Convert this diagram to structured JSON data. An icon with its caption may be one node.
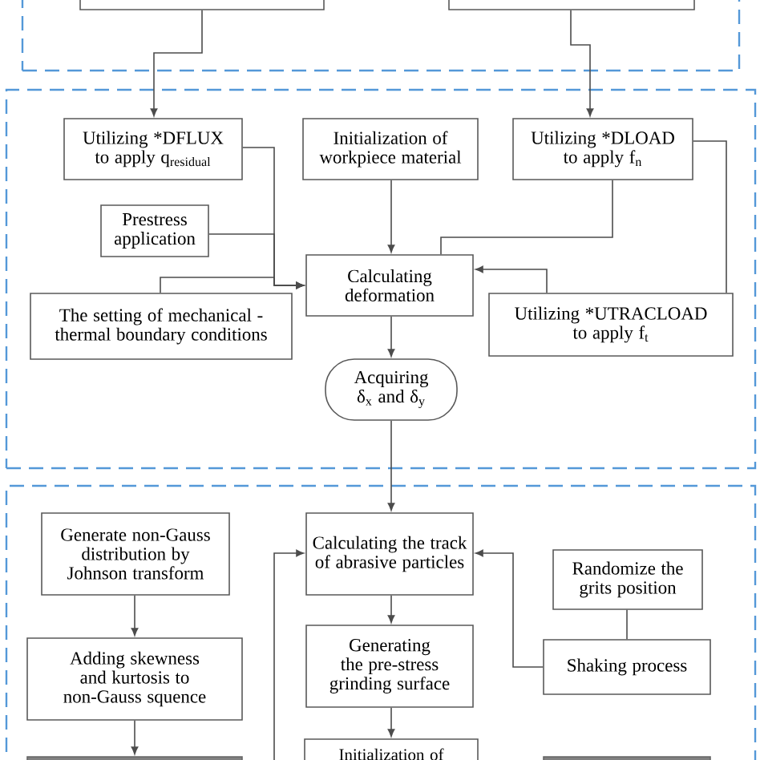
{
  "diagram": {
    "nodes": [
      {
        "text": [],
        "shape": "box"
      },
      {
        "text": [],
        "shape": "box",
        "in": 0
      },
      {
        "text": [],
        "shape": "box",
        "in": 0
      },
      {
        "text": [],
        "shape": "box"
      },
      {
        "text": [
          "Utilizing *DFLUX to apply q$_{residual}$"
        ],
        "in": 3
      },
      {
        "text": [
          "Initialization of workpiece material"
        ],
        "in": 3
      },
      {
        "text": [
          "Utilizing *DLOAD to apply f$_{n}$"
        ],
        "in": 3
      },
      {
        "text": [
          "Prestress application"
        ],
        "in": 3
      },
      {
        "text": [
          "Calculating deformation"
        ],
        "in": 3
      },
      {
        "text": [
          "The setting of mechanical - thermal boundary conditions"
        ],
        "in": 3
      },
      {
        "text": [
          "Utilizing *UTRACLOAD to apply f$_{t}$"
        ],
        "in": 3
      },
      {
        "text": [
          "Acquiring δ$_{x}$ and δ$_{y}$"
        ],
        "in": 3
      },
      {
        "text": [],
        "shape": "box"
      },
      {
        "text": [
          "Generate non-Gauss distribution by Johnson transform"
        ],
        "in": 12
      },
      {
        "text": [
          "Calculating the track of abrasive particles"
        ],
        "in": 12
      },
      {
        "text": [
          "Randomize the grits position"
        ],
        "in": 12
      },
      {
        "text": [
          "Adding skewness and kurtosis to non-Gauss squence"
        ],
        "in": 12
      },
      {
        "text": [
          "Generating the pre-stress grinding surface"
        ],
        "in": 12
      },
      {
        "text": [
          "Shaking process"
        ],
        "in": 12
      },
      {
        "text": [],
        "shape": "box",
        "in": 12
      },
      {
        "text": [
          "Initialization of"
        ],
        "in": 12
      },
      {
        "text": [],
        "shape": "box",
        "in": 12
      }
    ],
    "edges": [
      {
        "from": 1,
        "to": 4,
        "arrow": "to"
      },
      {
        "from": 2,
        "to": 6,
        "arrow": "to"
      },
      {
        "from": 4,
        "to": 8,
        "arrow": "to"
      },
      {
        "from": 7,
        "to": 8,
        "arrow": "to"
      },
      {
        "from": 9,
        "to": 8,
        "arrow": "to"
      },
      {
        "from": 5,
        "to": 8,
        "arrow": "to"
      },
      {
        "from": 6,
        "to": 8,
        "arrow": "none"
      },
      {
        "from": 6,
        "to": 10,
        "arrow": "none"
      },
      {
        "from": 10,
        "to": 8,
        "arrow": "to"
      },
      {
        "from": 8,
        "to": 11,
        "arrow": "to"
      },
      {
        "from": 11,
        "to": 14,
        "arrow": "to"
      },
      {
        "from": 13,
        "to": 16,
        "arrow": "to"
      },
      {
        "from": 16,
        "to": 19,
        "arrow": "to"
      },
      {
        "from": 14,
        "to": 17,
        "arrow": "to"
      },
      {
        "from": 17,
        "to": 20,
        "arrow": "to"
      },
      {
        "from": 15,
        "to": 18,
        "arrow": "none"
      },
      {
        "from": 18,
        "to": 14,
        "arrow": "to"
      },
      {
        "from": null,
        "to": 14,
        "arrow": "to"
      }
    ]
  }
}
